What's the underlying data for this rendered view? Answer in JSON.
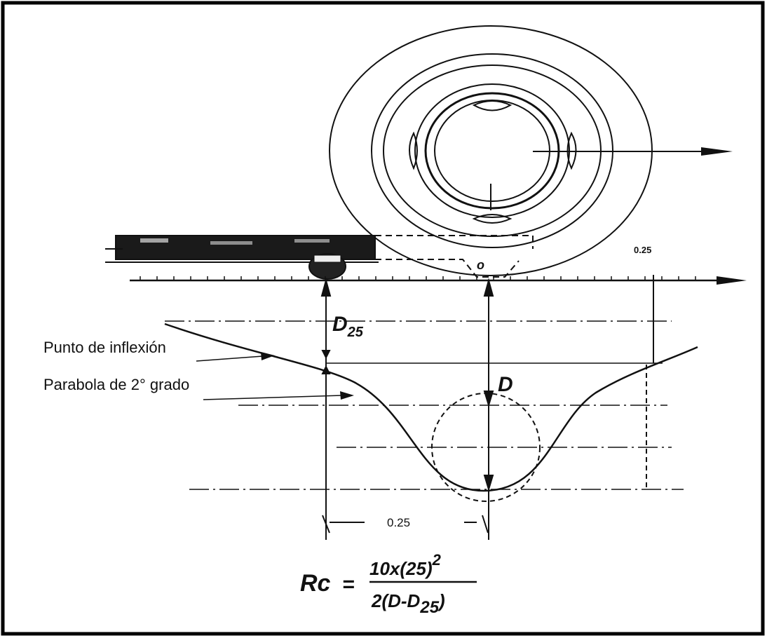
{
  "labels": {
    "inflexion": "Punto de inflexión",
    "parabola": "Parabola de 2° grado",
    "d25_main": "D",
    "d25_sub": "25",
    "d": "D",
    "o": "o",
    "dist_top": "0.25",
    "dist_bottom": "0.25"
  },
  "formula": {
    "lhs": "Rc",
    "equals": "=",
    "numerator": "10x(25)",
    "exponent": "2",
    "denominator_main": "2(D-D",
    "denominator_sub": "25",
    "denominator_close": ")"
  },
  "colors": {
    "ink": "#111111",
    "truck_fill": "#1a1a1a",
    "frame": "#000000"
  }
}
